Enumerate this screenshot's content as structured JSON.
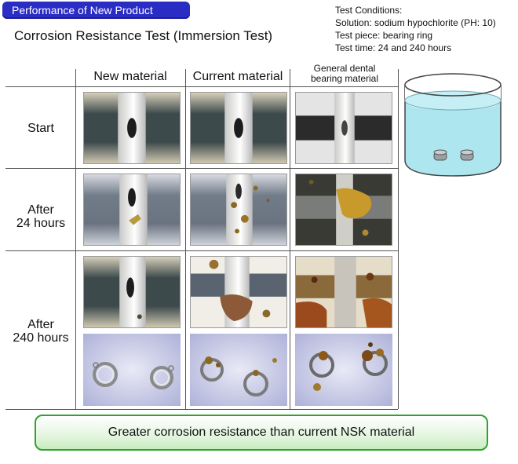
{
  "header": {
    "badge": "Performance of New Product",
    "title": "Corrosion Resistance Test (Immersion Test)"
  },
  "conditions": [
    "Test Conditions:",
    "Solution: sodium hypochlorite (PH: 10)",
    "Test piece: bearing ring",
    "Test time: 24 and 240 hours"
  ],
  "columns": {
    "new": "New material",
    "current": "Current material",
    "dental_line1": "General dental",
    "dental_line2": "bearing material"
  },
  "rows": {
    "start": "Start",
    "h24_line1": "After",
    "h24_line2": "24 hours",
    "h240_line1": "After",
    "h240_line2": "240 hours"
  },
  "summary": "Greater corrosion resistance than current NSK material",
  "colors": {
    "badge": "#2a2dc4",
    "summary_border": "#2fa32f",
    "solution": "#aee6ef",
    "rust": "#9a6a1c"
  }
}
